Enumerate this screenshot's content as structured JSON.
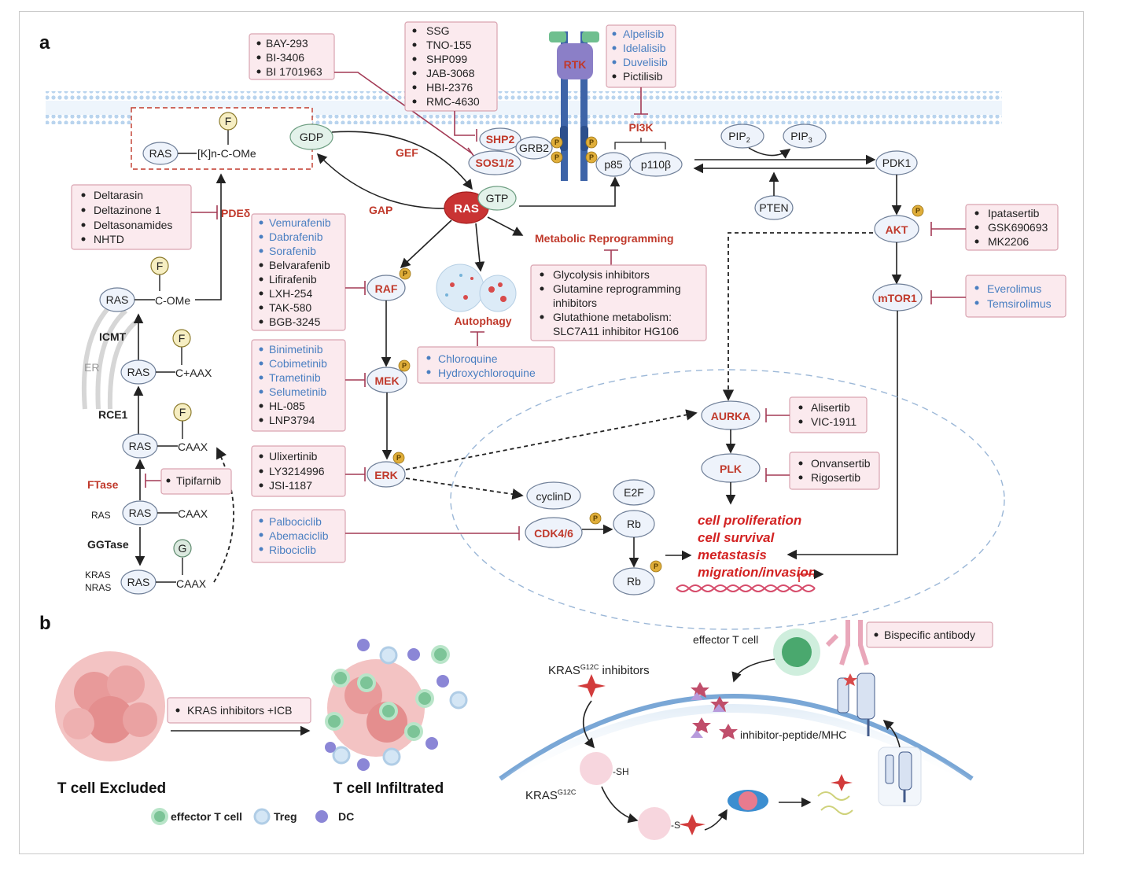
{
  "panel_labels": {
    "a": "a",
    "b": "b"
  },
  "nodes": {
    "ras": "RAS",
    "gdp": "GDP",
    "gtp": "GTP",
    "gef": "GEF",
    "gap": "GAP",
    "shp2": "SHP2",
    "sos": "SOS1/2",
    "grb2": "GRB2",
    "rtk": "RTK",
    "pi3k": "PI3K",
    "p85": "p85",
    "p110b": "p110β",
    "pip2": "PIP",
    "pip2_sub": "2",
    "pip3": "PIP",
    "pip3_sub": "3",
    "pten": "PTEN",
    "pdk1": "PDK1",
    "akt": "AKT",
    "mtor1": "mTOR1",
    "raf": "RAF",
    "mek": "MEK",
    "erk": "ERK",
    "metabolic": "Metabolic Reprogramming",
    "autophagy": "Autophagy",
    "aurka": "AURKA",
    "plk": "PLK",
    "cyclind": "cyclinD",
    "cdk46": "CDK4/6",
    "e2f": "E2F",
    "rb": "Rb",
    "pdeb": "PDEδ",
    "p": "P",
    "f": "F",
    "g": "G",
    "er": "ER"
  },
  "membrane_complex": {
    "ras": "RAS",
    "chain": "[K]n-C-OMe"
  },
  "processing": {
    "icmt": "ICMT",
    "rce1": "RCE1",
    "ftase": "FTase",
    "ggtase": "GGTase",
    "c_ome": "C-OMe",
    "c_aax": "C+AAX",
    "caax": "CAAX",
    "ras_label": "RAS",
    "kras": "KRAS",
    "nras": "NRAS"
  },
  "outcomes": [
    "cell proliferation",
    "cell survival",
    "metastasis",
    "migration/invasion"
  ],
  "drugs": {
    "sos": [
      "BAY-293",
      "BI-3406",
      "BI 1701963"
    ],
    "shp2": [
      "SSG",
      "TNO-155",
      "SHP099",
      "JAB-3068",
      "HBI-2376",
      "RMC-4630"
    ],
    "pi3k": [
      "Alpelisib",
      "Idelalisib",
      "Duvelisib",
      "Pictilisib"
    ],
    "pdeb": [
      "Deltarasin",
      "Deltazinone 1",
      "Deltasonamides",
      "NHTD"
    ],
    "raf": [
      "Vemurafenib",
      "Dabrafenib",
      "Sorafenib",
      "Belvarafenib",
      "Lifirafenib",
      "LXH-254",
      "TAK-580",
      "BGB-3245"
    ],
    "mek": [
      "Binimetinib",
      "Cobimetinib",
      "Trametinib",
      "Selumetinib",
      "HL-085",
      "LNP3794"
    ],
    "erk": [
      "Ulixertinib",
      "LY3214996",
      "JSI-1187"
    ],
    "cdk": [
      "Palbociclib",
      "Abemaciclib",
      "Ribociclib"
    ],
    "metabolic": [
      "Glycolysis inhibitors",
      "Glutamine reprogramming",
      "inhibitors",
      "Glutathione metabolism:",
      "SLC7A11 inhibitor HG106"
    ],
    "autophagy": [
      "Chloroquine",
      "Hydroxychloroquine"
    ],
    "akt": [
      "Ipatasertib",
      "GSK690693",
      "MK2206"
    ],
    "mtor": [
      "Everolimus",
      "Temsirolimus"
    ],
    "aurka": [
      "Alisertib",
      "VIC-1911"
    ],
    "plk": [
      "Onvansertib",
      "Rigosertib"
    ],
    "ftase": [
      "Tipifarnib"
    ]
  },
  "panel_b": {
    "tcell_excluded": "T cell Excluded",
    "tcell_infiltrated": "T cell Infiltrated",
    "treatment": "KRAS inhibitors +ICB",
    "legend": {
      "effector": "effector T cell",
      "treg": "Treg",
      "dc": "DC"
    },
    "effector_tcell": "effector T cell",
    "bispecific": "Bispecific antibody",
    "kras_inhib": "KRAS",
    "kras_inhib_sup": "G12C",
    "kras_inhib_tail": " inhibitors",
    "sh": "-SH",
    "s": "-S",
    "kras": "KRAS",
    "kras_sup": "G12C",
    "peptide_mhc": "inhibitor-peptide/MHC"
  },
  "colors": {
    "accent_red": "#c0392b",
    "drug_blue": "#4a7fc1",
    "inhibit": "#a33a55",
    "box_fill": "#fbeaee",
    "node_fill": "#eef3fb"
  }
}
